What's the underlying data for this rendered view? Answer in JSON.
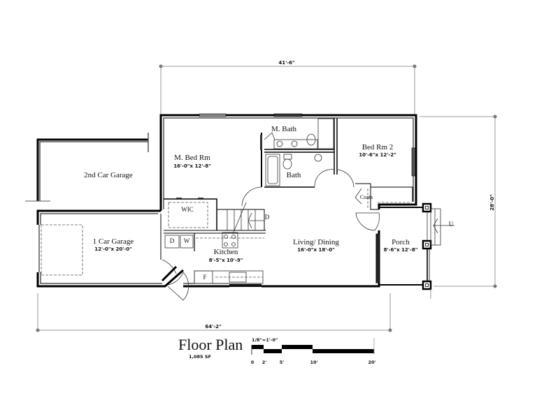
{
  "title": "Floor Plan",
  "square_footage": "1,085 SF",
  "scale": {
    "label": "1/8\"=1'-0\"",
    "ticks": [
      "0",
      "2'",
      "5'",
      "10'",
      "20'"
    ]
  },
  "dimensions": {
    "top_width": "41'-6\"",
    "overall_width": "64'-2\"",
    "right_depth": "28'-0\""
  },
  "rooms": [
    {
      "id": "master-bedroom",
      "name": "M. Bed Rm",
      "size": "16'-0\"x 12'-8\""
    },
    {
      "id": "master-bath",
      "name": "M. Bath",
      "size": ""
    },
    {
      "id": "bath",
      "name": "Bath",
      "size": ""
    },
    {
      "id": "bedroom-2",
      "name": "Bed Rm 2",
      "size": "10'-6\"x 12'-2\""
    },
    {
      "id": "second-car-garage",
      "name": "2nd Car Garage",
      "size": ""
    },
    {
      "id": "one-car-garage",
      "name": "1 Car Garage",
      "size": "12'-0\"x 20'-0\""
    },
    {
      "id": "wic",
      "name": "WIC",
      "size": ""
    },
    {
      "id": "kitchen",
      "name": "Kitchen",
      "size": "8'-5\"x 10'-9\""
    },
    {
      "id": "living-dining",
      "name": "Living/ Dining",
      "size": "16'-0\"x 18'-0\""
    },
    {
      "id": "porch",
      "name": "Porch",
      "size": "8'-6\"x 12'-8\""
    },
    {
      "id": "coats",
      "name": "Coats",
      "size": ""
    }
  ],
  "fixtures": {
    "dryer": "D",
    "washer": "W",
    "fridge": "F",
    "stair_down": "D",
    "porch_step_up": "U"
  }
}
